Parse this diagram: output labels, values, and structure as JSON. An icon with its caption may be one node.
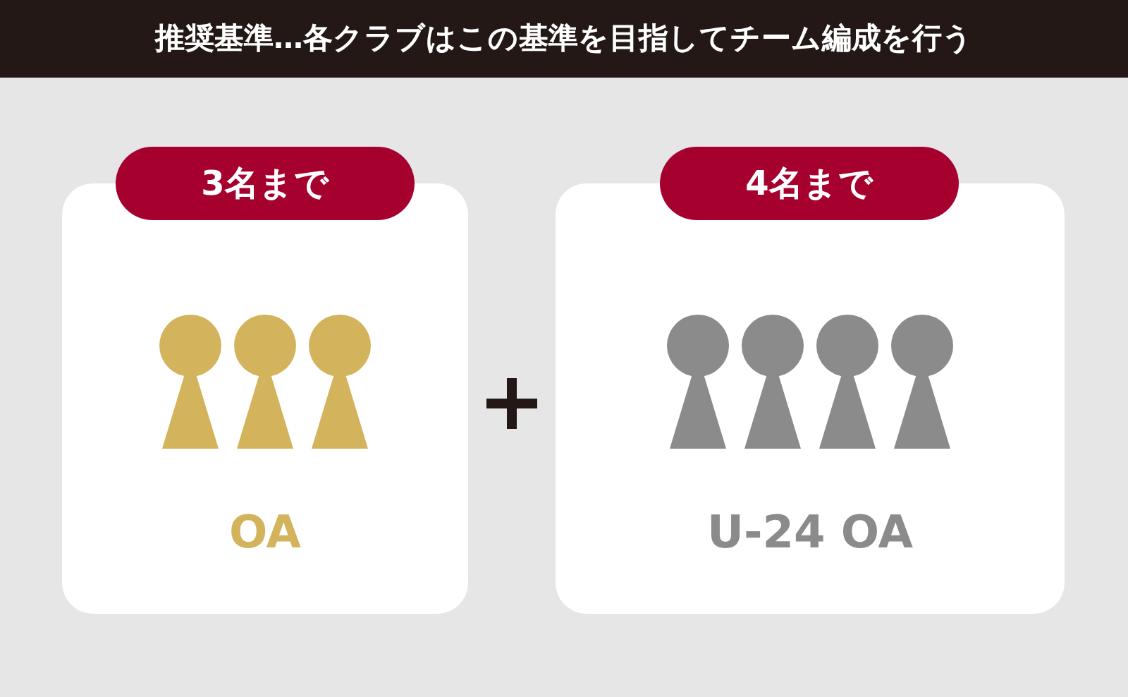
{
  "diagram": {
    "title": "推奨基準…各クラブはこの基準を目指してチーム編成を行う",
    "nodes": [
      {
        "text": [
          "3名まで",
          "OA"
        ]
      },
      {
        "text": [
          "4名まで",
          "U-24 OA"
        ]
      }
    ]
  }
}
